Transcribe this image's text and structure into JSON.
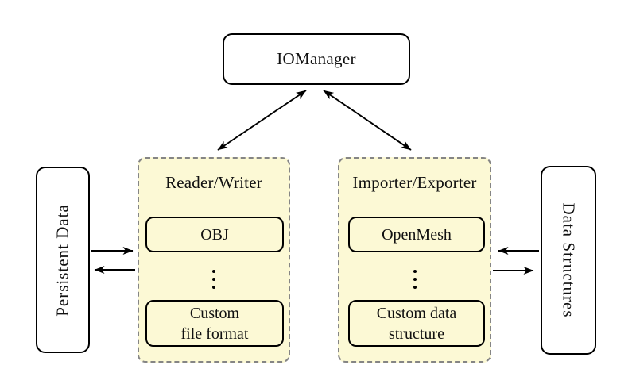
{
  "diagram": {
    "type": "architecture-diagram",
    "nodes": {
      "iomanager": {
        "label": "IOManager"
      },
      "persistent_data": {
        "label": "Persistent Data"
      },
      "data_structures": {
        "label": "Data Structures"
      }
    },
    "panels": [
      {
        "id": "reader-writer",
        "label": "Reader/Writer",
        "items": [
          "OBJ",
          "Custom\nfile format"
        ],
        "separator_icon": "vertical-ellipsis-icon"
      },
      {
        "id": "importer-exporter",
        "label": "Importer/Exporter",
        "items": [
          "OpenMesh",
          "Custom data\nstructure"
        ],
        "separator_icon": "vertical-ellipsis-icon"
      }
    ],
    "connections": [
      {
        "from": "IOManager",
        "to": "Reader/Writer",
        "style": "double-headed"
      },
      {
        "from": "IOManager",
        "to": "Importer/Exporter",
        "style": "double-headed"
      },
      {
        "from": "Persistent Data",
        "to": "Reader/Writer",
        "style": "single-headed"
      },
      {
        "from": "Reader/Writer",
        "to": "Persistent Data",
        "style": "single-headed"
      },
      {
        "from": "Data Structures",
        "to": "Importer/Exporter",
        "style": "single-headed"
      },
      {
        "from": "Importer/Exporter",
        "to": "Data Structures",
        "style": "single-headed"
      }
    ],
    "colors": {
      "background": "#ffffff",
      "panel_fill": "#fcf9d5",
      "panel_border": "#858585",
      "node_fill": "#ffffff",
      "stroke": "#000000"
    }
  }
}
